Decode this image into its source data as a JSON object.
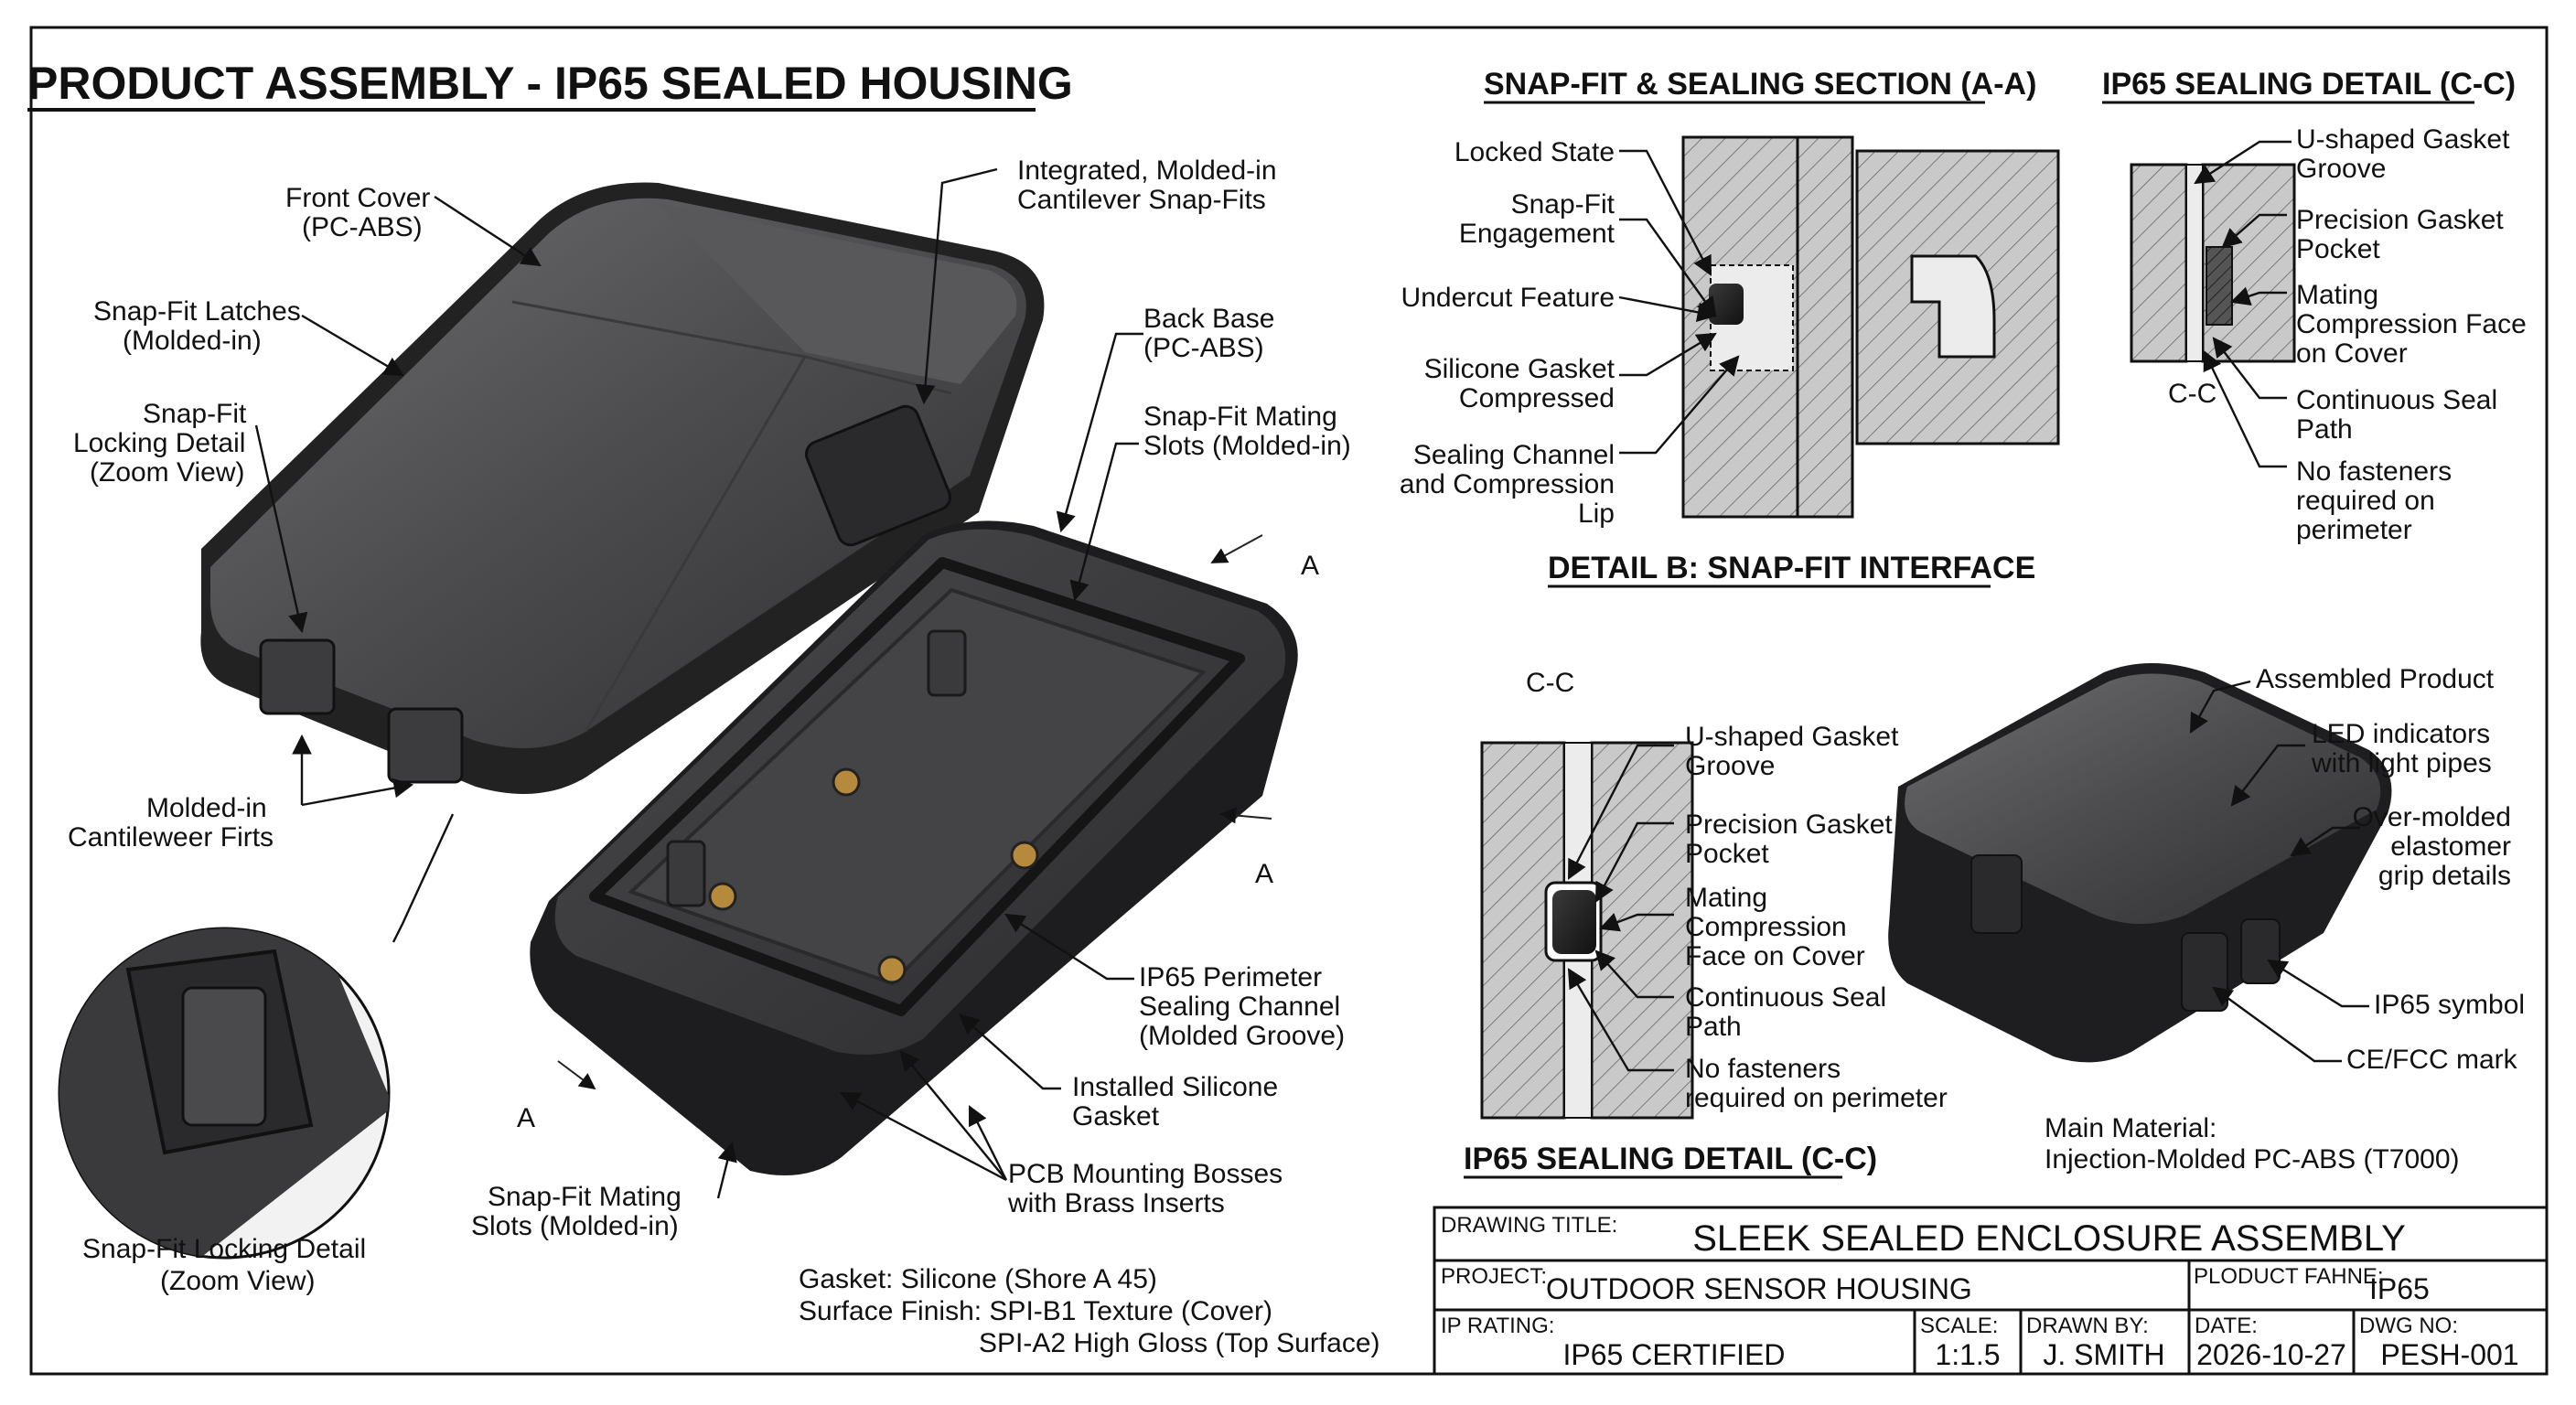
{
  "title": "PRODUCT ASSEMBLY - IP65 SEALED HOUSING",
  "section_titles": {
    "snapfit_section": "SNAP-FIT & SEALING SECTION (A-A)",
    "ip65_detail_top": "IP65 SEALING DETAIL (C-C)",
    "detail_b": "DETAIL B: SNAP-FIT INTERFACE",
    "ip65_detail_bottom": "IP65 SEALING DETAIL (C-C)"
  },
  "cover_labels": {
    "front_cover_1": "Front Cover",
    "front_cover_2": "(PC-ABS)",
    "integrated_1": "Integrated, Molded-in",
    "integrated_2": "Cantilever Snap-Fits",
    "latches_1": "Snap-Fit Latches",
    "latches_2": "(Molded-in)",
    "locking_1": "Snap-Fit",
    "locking_2": "Locking Detail",
    "locking_3": "(Zoom View)",
    "molded_1": "Molded-in",
    "molded_2": "Cantileweer Firts"
  },
  "base_labels": {
    "back_base_1": "Back Base",
    "back_base_2": "(PC-ABS)",
    "mating_slots_1": "Snap-Fit Mating",
    "mating_slots_2": "Slots (Molded-in)",
    "channel_1": "IP65 Perimeter",
    "channel_2": "Sealing Channel",
    "channel_3": "(Molded Groove)",
    "gasket_1": "Installed Silicone",
    "gasket_2": "Gasket",
    "bosses_1": "PCB Mounting Bosses",
    "bosses_2": "with Brass Inserts",
    "slots_bottom_1": "Snap-Fit Mating",
    "slots_bottom_2": "Slots (Molded-in)",
    "section_a": "A"
  },
  "zoom": {
    "caption_1": "Snap-Fit Locking Detail",
    "caption_2": "(Zoom View)"
  },
  "notes": {
    "line1": "Gasket: Silicone (Shore A 45)",
    "line2": "Surface Finish: SPI-B1 Texture (Cover)",
    "line3": "SPI-A2 High Gloss (Top Surface)"
  },
  "section_labels": {
    "locked": "Locked State",
    "engagement_1": "Snap-Fit",
    "engagement_2": "Engagement",
    "undercut": "Undercut Feature",
    "gasket_1": "Silicone Gasket",
    "gasket_2": "Compressed",
    "channel_1": "Sealing Channel",
    "channel_2": "and Compression",
    "channel_3": "Lip"
  },
  "detail_top_labels": {
    "groove_1": "U-shaped Gasket",
    "groove_2": "Groove",
    "pocket_1": "Precision Gasket",
    "pocket_2": "Pocket",
    "mating_1": "Mating",
    "mating_2": "Compression Face",
    "mating_3": "on Cover",
    "seal_1": "Continuous Seal",
    "seal_2": "Path",
    "nofast_1": "No fasteners",
    "nofast_2": "required on",
    "nofast_3": "perimeter",
    "cc": "C-C"
  },
  "detail_bottom_labels": {
    "cc": "C-C",
    "groove_1": "U-shaped Gasket",
    "groove_2": "Groove",
    "pocket_1": "Precision Gasket",
    "pocket_2": "Pocket",
    "mating_1": "Mating",
    "mating_2": "Compression",
    "mating_3": "Face on Cover",
    "seal_1": "Continuous Seal",
    "seal_2": "Path",
    "nofast_1": "No fasteners",
    "nofast_2": "required on perimeter"
  },
  "assembled_labels": {
    "assembled": "Assembled Product",
    "led_1": "LED indicators",
    "led_2": "with light pipes",
    "grip_1": "Over-molded",
    "grip_2": "elastomer",
    "grip_3": "grip details",
    "ip65": "IP65 symbol",
    "ce": "CE/FCC mark",
    "material_1": "Main Material:",
    "material_2": "Injection-Molded PC-ABS (T7000)"
  },
  "title_block": {
    "drawing_title_label": "DRAWING TITLE:",
    "drawing_title": "SLEEK SEALED ENCLOSURE ASSEMBLY",
    "project_label": "PROJECT:",
    "project": "OUTDOOR SENSOR HOUSING",
    "product_label": "PLODUCT FAHNE:",
    "product": "IP65",
    "rating_label": "IP RATING:",
    "rating": "IP65 CERTIFIED",
    "scale_label": "SCALE:",
    "scale": "1:1.5",
    "drawn_label": "DRAWN BY:",
    "drawn": "J. SMITH",
    "date_label": "DATE:",
    "date": "2026-10-27",
    "dwg_label": "DWG NO:",
    "dwg": "PESH-001"
  }
}
